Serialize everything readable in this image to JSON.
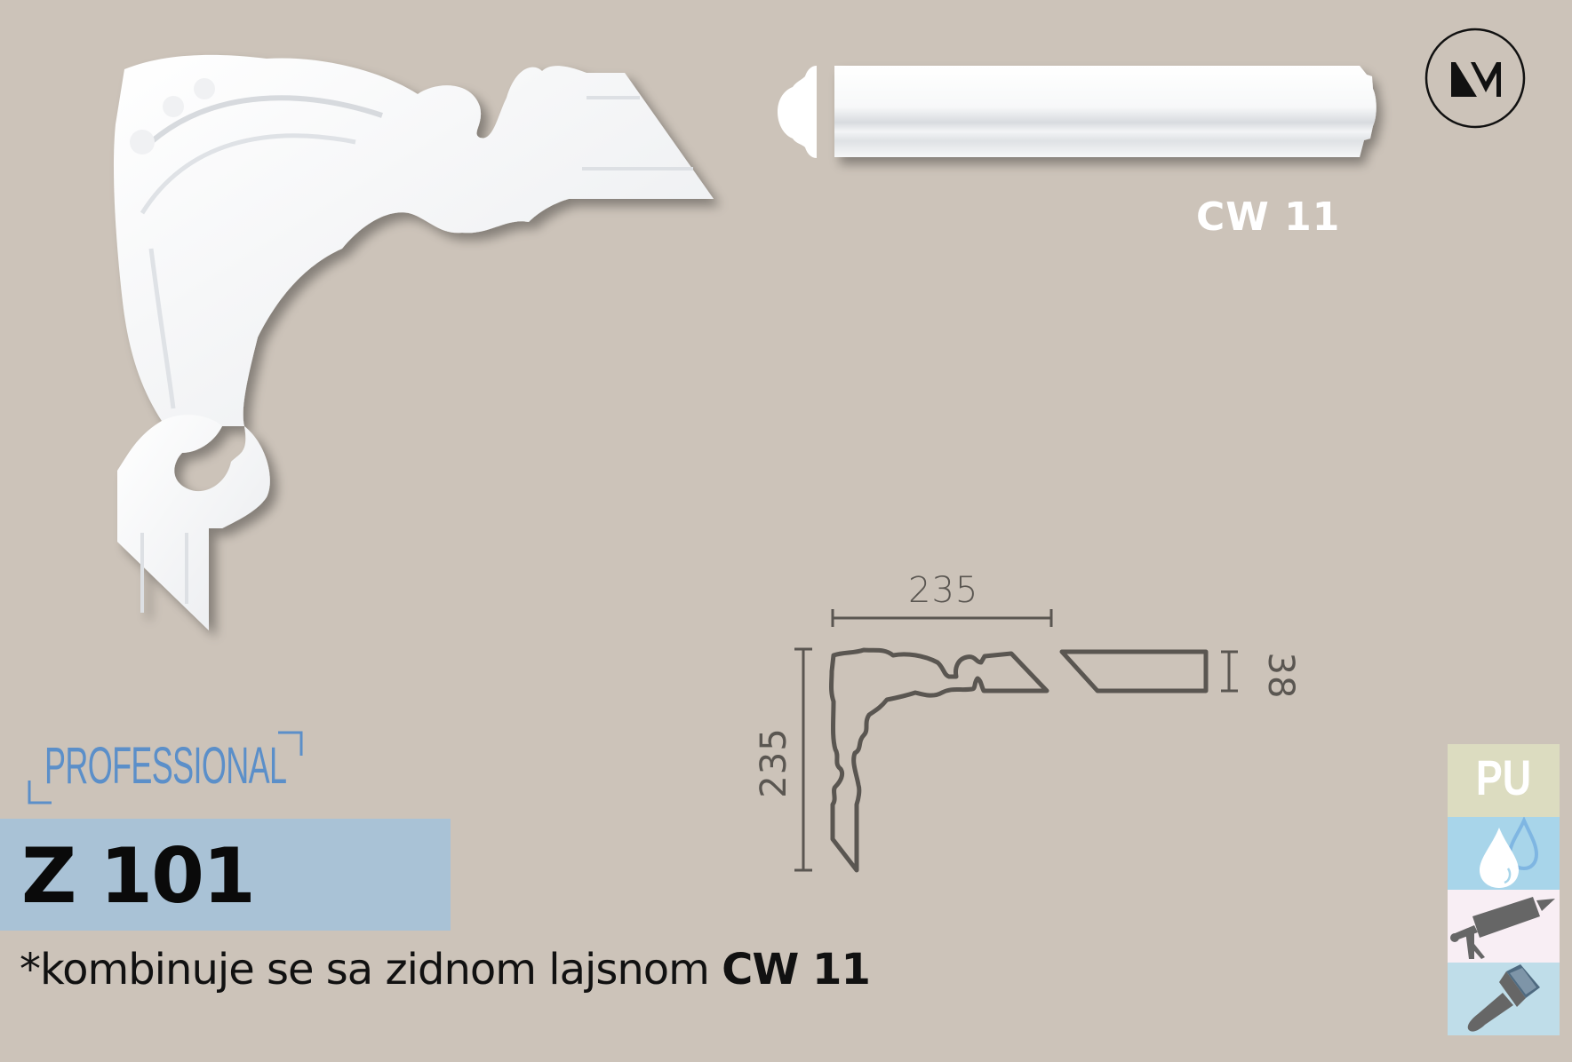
{
  "product": {
    "series_badge": "PROFESSIONAL",
    "code": "Z 101",
    "caption_prefix": "*kombinuje se sa zidnom lajsnom ",
    "caption_bold": "CW 11"
  },
  "companion_profile": {
    "label": "CW 11"
  },
  "logo": {
    "text": "NM"
  },
  "dimensions": {
    "width": "235",
    "height": "235",
    "profile_height": "38"
  },
  "properties": {
    "material": "PU",
    "icons": [
      "pu-material-icon",
      "water-resistant-icon",
      "adhesive-gun-icon",
      "paintable-brush-icon"
    ]
  },
  "colors": {
    "background": "#ccc3b9",
    "title_band": "#a9c2d6",
    "badge_blue": "#5b8fc9",
    "drawing_line": "#5a5651"
  }
}
